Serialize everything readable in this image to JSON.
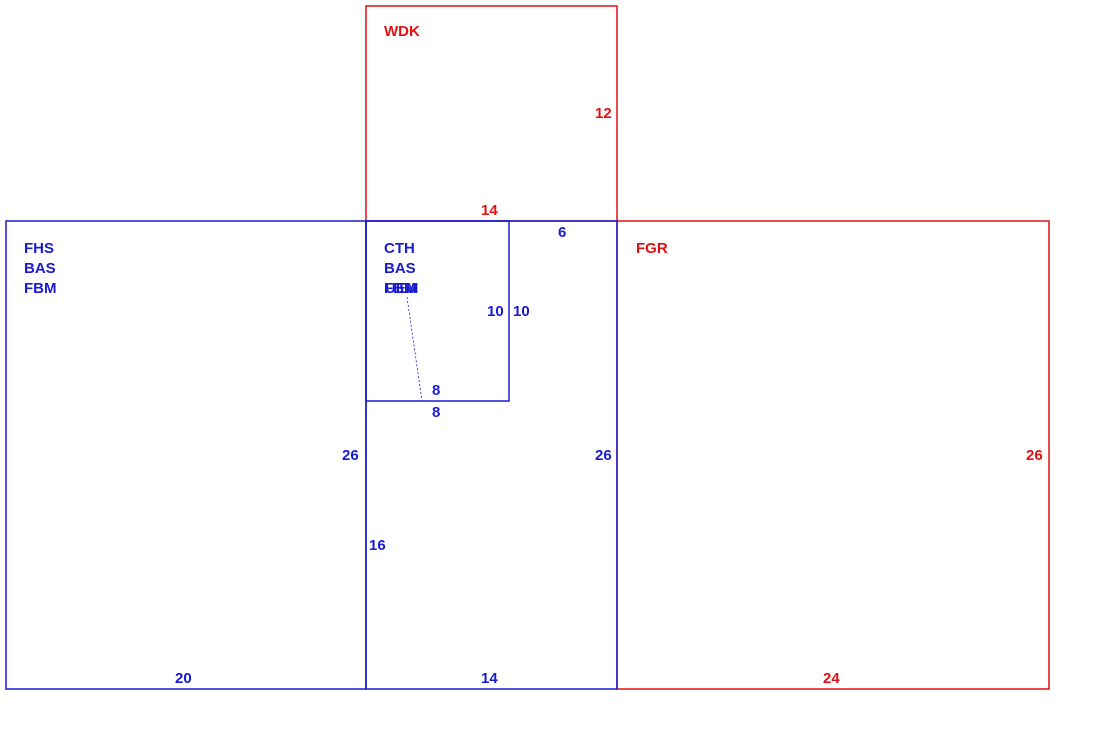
{
  "colors": {
    "living": "#1a1ad0",
    "other": "#e01010"
  },
  "areas": {
    "wdk": {
      "code": "WDK",
      "dim_right": "12",
      "dim_bottom": "14"
    },
    "fhs": {
      "codes": [
        "FHS",
        "BAS",
        "FBM"
      ],
      "dim_right": "26",
      "dim_bottom": "20"
    },
    "cth": {
      "codes": [
        "CTH",
        "BAS",
        "FBM"
      ],
      "overlap_code": "UEM",
      "dim_right_inner": "10",
      "dim_right_outer": "10",
      "dim_bottom_top": "8",
      "dim_bottom_below": "8"
    },
    "center": {
      "dim_top": "6",
      "dim_right": "26",
      "dim_left": "16",
      "dim_bottom": "14"
    },
    "fgr": {
      "code": "FGR",
      "dim_right": "26",
      "dim_bottom": "24"
    }
  }
}
